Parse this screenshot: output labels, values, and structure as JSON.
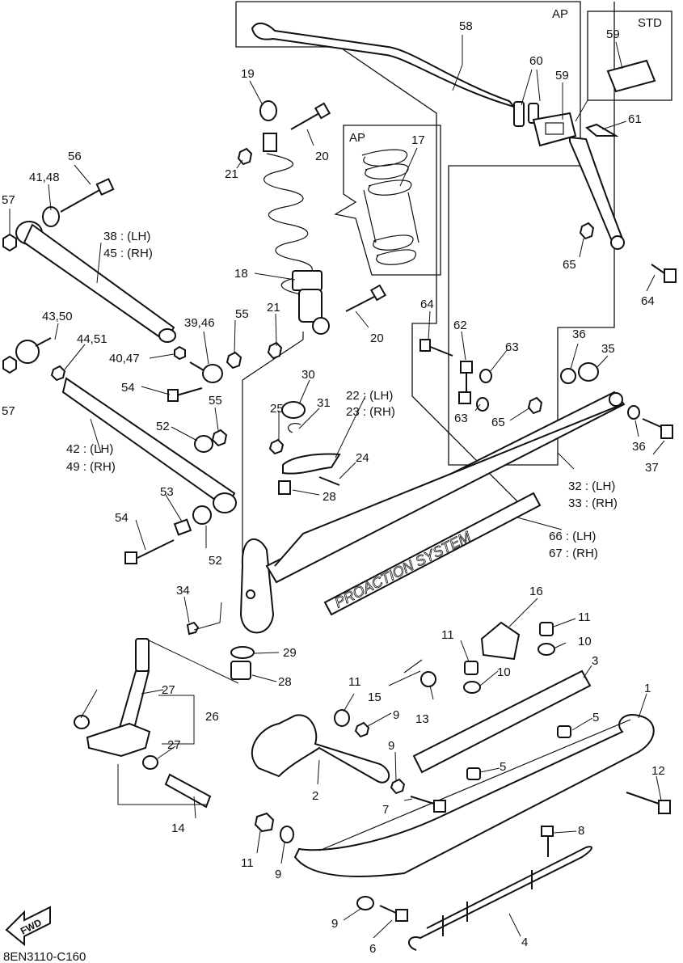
{
  "diagram_code": "8EN3110-C160",
  "box_labels": {
    "ap_main": "AP",
    "ap_spring": "AP",
    "std": "STD"
  },
  "brand_text": "PROACTION SYSTEM",
  "fwd_label": "FWD",
  "callouts": {
    "c1": "1",
    "c2": "2",
    "c3": "3",
    "c4": "4",
    "c5a": "5",
    "c5b": "5",
    "c6": "6",
    "c7": "7",
    "c8": "8",
    "c9a": "9",
    "c9b": "9",
    "c9c": "9",
    "c9d": "9",
    "c10a": "10",
    "c10b": "10",
    "c11a": "11",
    "c11b": "11",
    "c11c": "11",
    "c11d": "11",
    "c12": "12",
    "c13": "13",
    "c14": "14",
    "c15": "15",
    "c16": "16",
    "c17": "17",
    "c18": "18",
    "c19": "19",
    "c20a": "20",
    "c20b": "20",
    "c21a": "21",
    "c21b": "21",
    "c22_23": "22 : (LH)",
    "c23": "23 : (RH)",
    "c24": "24",
    "c25": "25",
    "c26": "26",
    "c27a": "27",
    "c27b": "27",
    "c28a": "28",
    "c28b": "28",
    "c29": "29",
    "c30": "30",
    "c31": "31",
    "c32": "32 : (LH)",
    "c33": "33 : (RH)",
    "c34": "34",
    "c35": "35",
    "c36a": "36",
    "c36b": "36",
    "c37": "37",
    "c38": "38 : (LH)",
    "c45": "45 : (RH)",
    "c39_46": "39,46",
    "c40_47": "40,47",
    "c41_48": "41,48",
    "c42": "42 : (LH)",
    "c49": "49 : (RH)",
    "c43_50": "43,50",
    "c44_51": "44,51",
    "c52a": "52",
    "c52b": "52",
    "c53": "53",
    "c54a": "54",
    "c54b": "54",
    "c55a": "55",
    "c55b": "55",
    "c56": "56",
    "c57a": "57",
    "c57b": "57",
    "c58": "58",
    "c59a": "59",
    "c59b": "59",
    "c60": "60",
    "c61": "61",
    "c62": "62",
    "c63a": "63",
    "c63b": "63",
    "c64a": "64",
    "c64b": "64",
    "c65a": "65",
    "c65b": "65",
    "c66": "66 : (LH)",
    "c67": "67 : (RH)"
  }
}
